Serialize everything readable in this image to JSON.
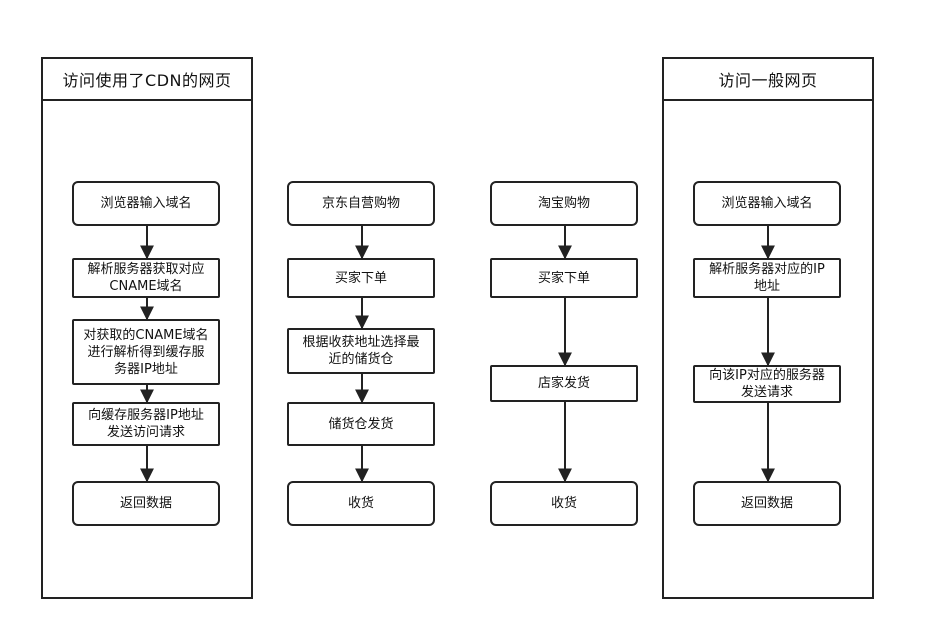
{
  "lanes": {
    "cdn": {
      "title": "访问使用了CDN的网页"
    },
    "normal": {
      "title": "访问一般网页"
    }
  },
  "flows": {
    "cdn": [
      "浏览器输入域名",
      "解析服务器获取对应\nCNAME域名",
      "对获取的CNAME域名\n进行解析得到缓存服\n务器IP地址",
      "向缓存服务器IP地址\n发送访问请求",
      "返回数据"
    ],
    "jd": [
      "京东自营购物",
      "买家下单",
      "根据收获地址选择最\n近的储货仓",
      "储货仓发货",
      "收货"
    ],
    "taobao": [
      "淘宝购物",
      "买家下单",
      "店家发货",
      "收货"
    ],
    "normal": [
      "浏览器输入域名",
      "解析服务器对应的IP\n地址",
      "向该IP对应的服务器\n发送请求",
      "返回数据"
    ]
  },
  "colors": {
    "stroke": "#222222",
    "background": "#ffffff"
  }
}
